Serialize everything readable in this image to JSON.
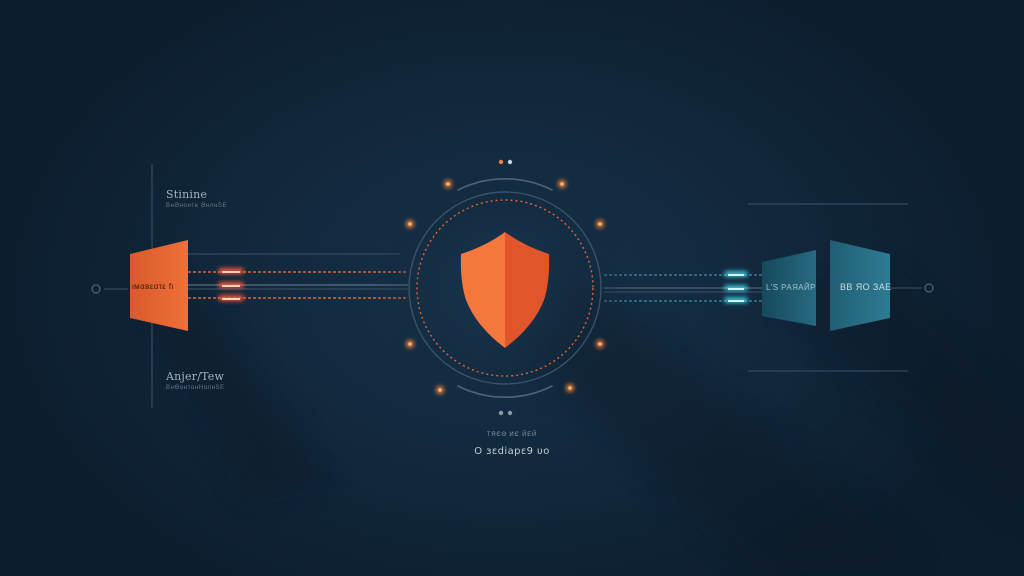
{
  "left_labels": {
    "top_title": "Stinine",
    "top_sub": "ВнӘнонте ӘнлнЅЕ",
    "bottom_title": "Anjer/Tew",
    "bottom_sub": "ВнӨонтонНолнЅЕ"
  },
  "blocks": {
    "left_label": "ιмαвεατε fι",
    "right_inner_label": "L'S РАЯАЙР",
    "right_outer_label": "ВВ ЯО ЗАЕ"
  },
  "bottom": {
    "caption": "ТЯЄΘ ИЄ ЙЕЙ",
    "subcaption": "O ɜɛdiapɛ9 υo"
  },
  "colors": {
    "background": "#12293e",
    "accent_orange": "#ef6a34",
    "accent_teal": "#2a6f86",
    "shield_light": "#f5773c",
    "shield_dark": "#e0552a"
  },
  "icons": {
    "center": "shield-icon"
  }
}
